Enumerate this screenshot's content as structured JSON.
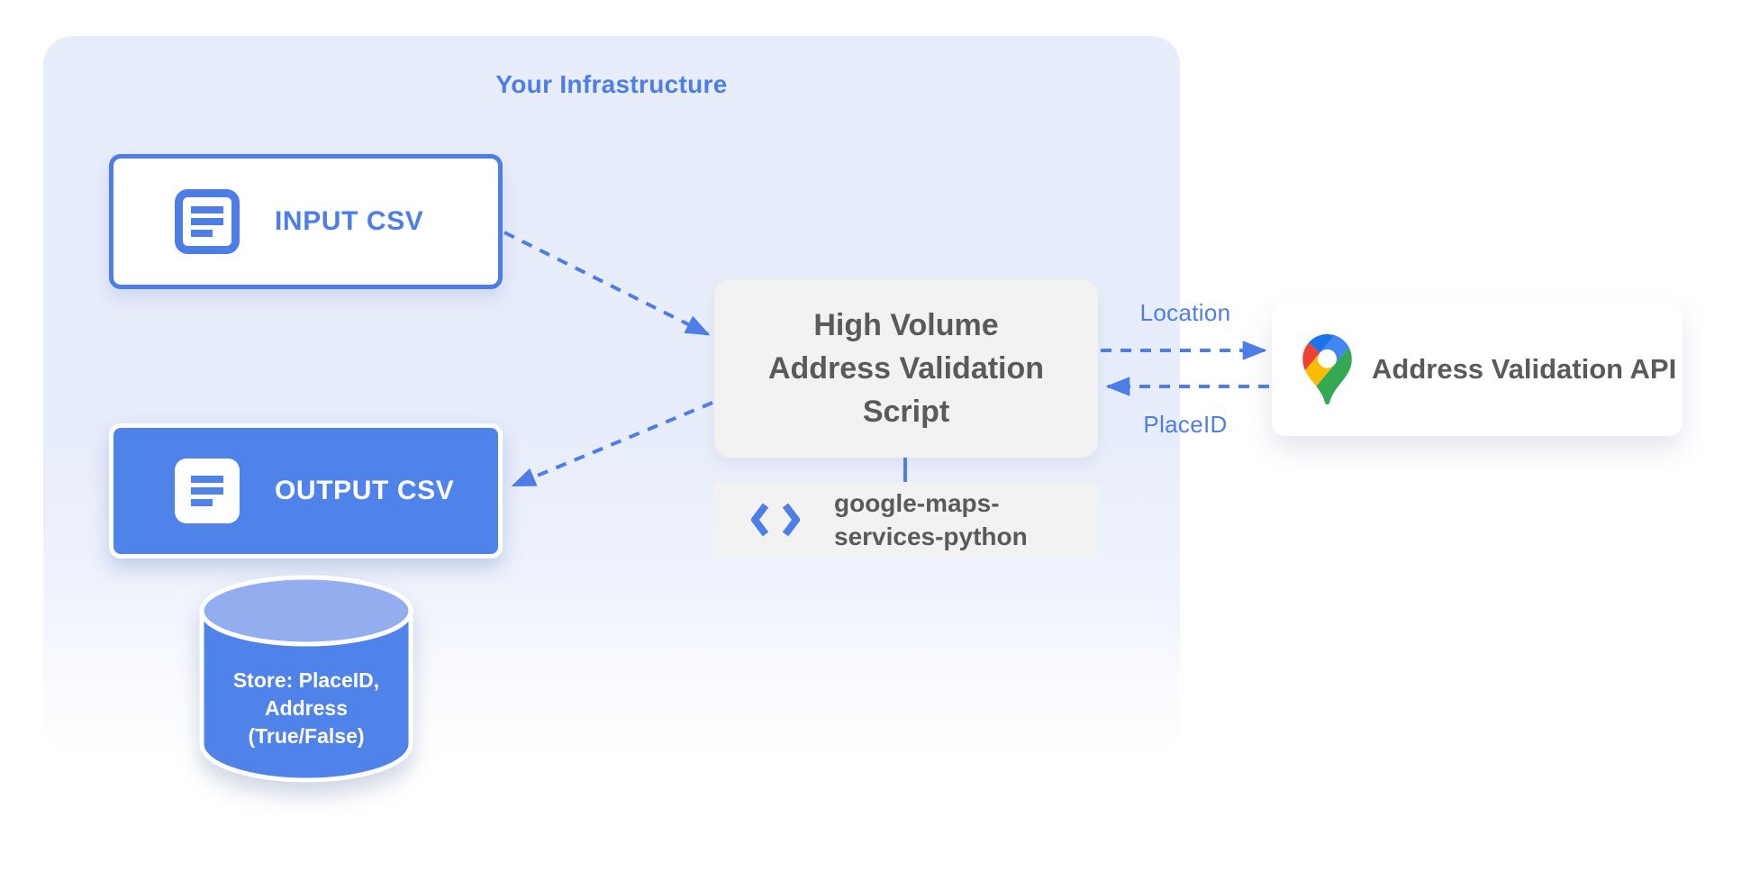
{
  "panel": {
    "title": "Your Infrastructure"
  },
  "nodes": {
    "input_csv": {
      "label": "INPUT CSV"
    },
    "output_csv": {
      "label": "OUTPUT CSV"
    },
    "datastore": {
      "line1": "Store: PlaceID,",
      "line2": "Address",
      "line3": "(True/False)"
    },
    "script": {
      "line1": "High Volume",
      "line2": "Address Validation",
      "line3": "Script"
    },
    "library": {
      "line1": "google-maps-",
      "line2": "services-python"
    },
    "api": {
      "label": "Address Validation API"
    }
  },
  "edges": {
    "location_label": "Location",
    "placeid_label": "PlaceID"
  },
  "icons": {
    "input_csv": "document-icon",
    "output_csv": "document-icon",
    "library": "code-icon",
    "api": "google-maps-pin-icon",
    "datastore": "database-cylinder"
  },
  "colors": {
    "accent_blue": "#4d7ee8",
    "node_blue": "#4f83ea",
    "cylinder_top_blue": "#93adef",
    "panel_blue": "#e8edfb",
    "box_gray": "#f2f2f3",
    "text_gray": "#595a5c",
    "maps_pin_dark_blue": "#1a73e8",
    "maps_pin_red": "#ea4335",
    "maps_pin_blue": "#4285f4",
    "maps_pin_yellow": "#fbbc04",
    "maps_pin_green": "#34a853"
  }
}
